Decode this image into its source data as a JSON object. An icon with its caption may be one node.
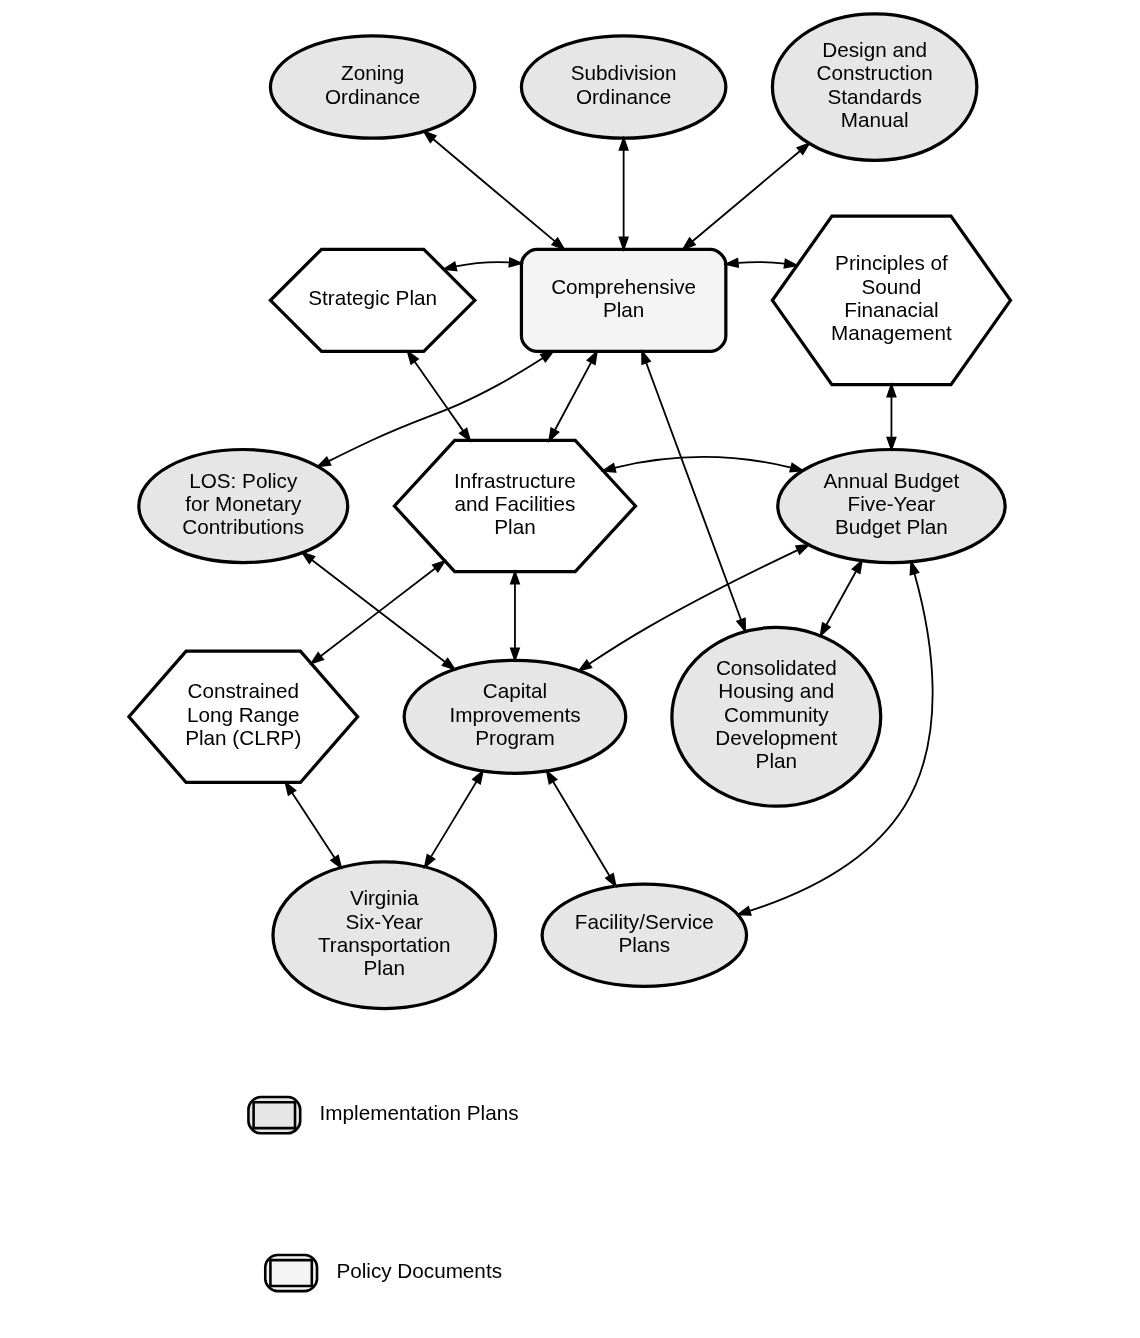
{
  "diagram": {
    "nodes": [
      {
        "text": [
          "Zoning Ordinance"
        ]
      },
      {
        "text": [
          "Subdivision Ordinance"
        ]
      },
      {
        "text": [
          "Design and Construction Standards Manual"
        ]
      },
      {
        "text": [
          "Strategic Plan"
        ]
      },
      {
        "text": [
          "Comprehensive Plan"
        ]
      },
      {
        "text": [
          "Principles of Sound Finanacial Management"
        ]
      },
      {
        "text": [
          "LOS: Policy for Monetary Contributions"
        ]
      },
      {
        "text": [
          "Infrastructure and Facilities Plan"
        ]
      },
      {
        "text": [
          "Annual Budget",
          "Five-Year Budget Plan"
        ]
      },
      {
        "text": [
          "Constrained Long Range Plan (CLRP)"
        ]
      },
      {
        "text": [
          "Capital Improvements Program"
        ]
      },
      {
        "text": [
          "Consolidated Housing and Community Development Plan"
        ]
      },
      {
        "text": [
          "Virginia Six-Year Transportation Plan"
        ]
      },
      {
        "text": [
          "Facility/Service Plans"
        ]
      }
    ],
    "edges": [
      {
        "from": 0,
        "to": 4,
        "arrow": "both"
      },
      {
        "from": 1,
        "to": 4,
        "arrow": "both"
      },
      {
        "from": 2,
        "to": 4,
        "arrow": "both"
      },
      {
        "from": 3,
        "to": 4,
        "arrow": "both"
      },
      {
        "from": 4,
        "to": 5,
        "arrow": "both"
      },
      {
        "from": 4,
        "to": 6,
        "arrow": "both"
      },
      {
        "from": 4,
        "to": 7,
        "arrow": "both"
      },
      {
        "from": 3,
        "to": 7,
        "arrow": "both"
      },
      {
        "from": 4,
        "to": 11,
        "arrow": "both"
      },
      {
        "from": 5,
        "to": 8,
        "arrow": "both"
      },
      {
        "from": 7,
        "to": 8,
        "arrow": "both"
      },
      {
        "from": 6,
        "to": 10,
        "arrow": "both"
      },
      {
        "from": 9,
        "to": 7,
        "arrow": "both"
      },
      {
        "from": 7,
        "to": 10,
        "arrow": "both"
      },
      {
        "from": 10,
        "to": 8,
        "arrow": "both"
      },
      {
        "from": 8,
        "to": 11,
        "arrow": "both"
      },
      {
        "from": 9,
        "to": 12,
        "arrow": "both"
      },
      {
        "from": 10,
        "to": 12,
        "arrow": "both"
      },
      {
        "from": 10,
        "to": 13,
        "arrow": "both"
      },
      {
        "from": 13,
        "to": 8,
        "arrow": "both"
      }
    ],
    "legend": [
      {
        "text": "Implementation Plans"
      },
      {
        "text": "Policy Documents"
      }
    ]
  }
}
